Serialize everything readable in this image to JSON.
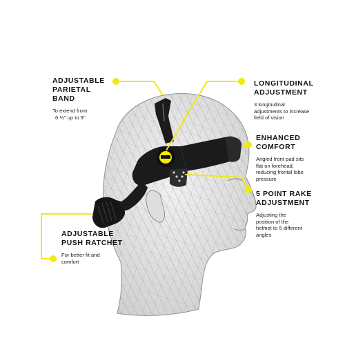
{
  "colors": {
    "accent": "#f2e90f",
    "mesh_fill": "#e6e6e6",
    "mesh_line": "#9e9e9e",
    "strap": "#1b1b1b",
    "text": "#111111"
  },
  "callouts": {
    "parietal": {
      "title_lines": [
        "ADJUSTABLE",
        "PARIETAL",
        "BAND"
      ],
      "desc_lines": [
        "To extend from",
        "6 ½'' up to 9''"
      ]
    },
    "longitudinal": {
      "title_lines": [
        "LONGITUDINAL",
        "ADJUSTMENT"
      ],
      "desc_lines": [
        "3 longitudinal",
        "adjustments to increase",
        "field of vision"
      ]
    },
    "comfort": {
      "title_lines": [
        "ENHANCED",
        "COMFORT"
      ],
      "desc_lines": [
        "Angled front pad sits",
        "flat on forehead,",
        "reducing frontal lobe",
        "pressure"
      ]
    },
    "rake": {
      "title_lines": [
        "5 POINT RAKE",
        "ADJUSTMENT"
      ],
      "desc_lines": [
        "Adjusting the",
        "position of the",
        "helmet to 5 different",
        "angles"
      ]
    },
    "ratchet": {
      "title_lines": [
        "ADJUSTABLE",
        "PUSH RATCHET"
      ],
      "desc_lines": [
        "For better fit and",
        "comfort"
      ]
    }
  },
  "icons": {
    "hub_logo": "esab-logo-icon"
  }
}
